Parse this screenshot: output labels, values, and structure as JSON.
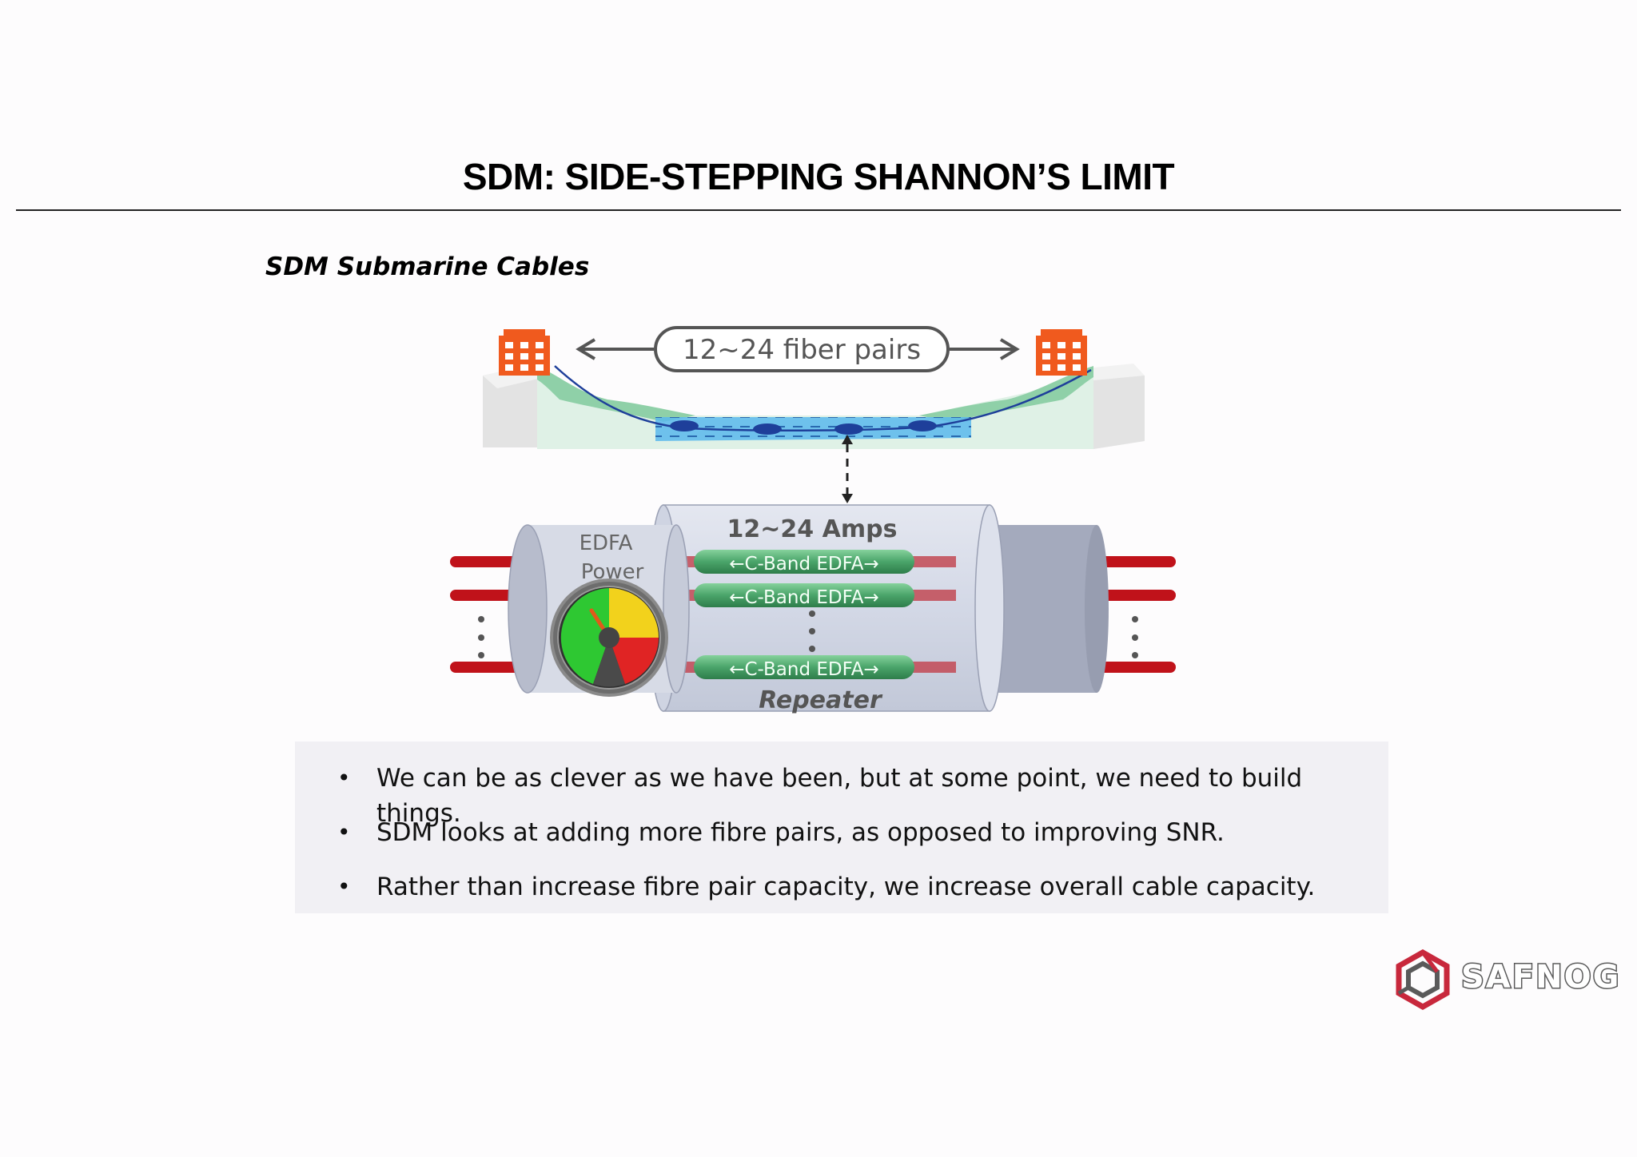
{
  "slide": {
    "title": "SDM: SIDE-STEPPING SHANNON’S LIMIT",
    "subtitle": "SDM Submarine Cables"
  },
  "diagram": {
    "fiber_pairs_label": "12~24 fiber pairs",
    "amps_label": "12~24 Amps",
    "edfa_power_line1": "EDFA",
    "edfa_power_line2": "Power",
    "amplifier_label": "←C-Band EDFA→",
    "repeater_label": "Repeater",
    "colors": {
      "building": "#f05a1e",
      "fiber": "#c0121a",
      "edfa": "#4aa46a",
      "ocean": "#5ab8ec",
      "cable": "#1e3f9a"
    }
  },
  "bullets": [
    "We can be as clever as we have been, but at some point, we need to build things.",
    "SDM looks at adding more fibre pairs, as opposed to improving SNR.",
    "Rather than increase fibre pair capacity, we increase overall cable capacity."
  ],
  "logo": {
    "text": "SAFNOG",
    "icon": "hexagon-logo-icon"
  }
}
